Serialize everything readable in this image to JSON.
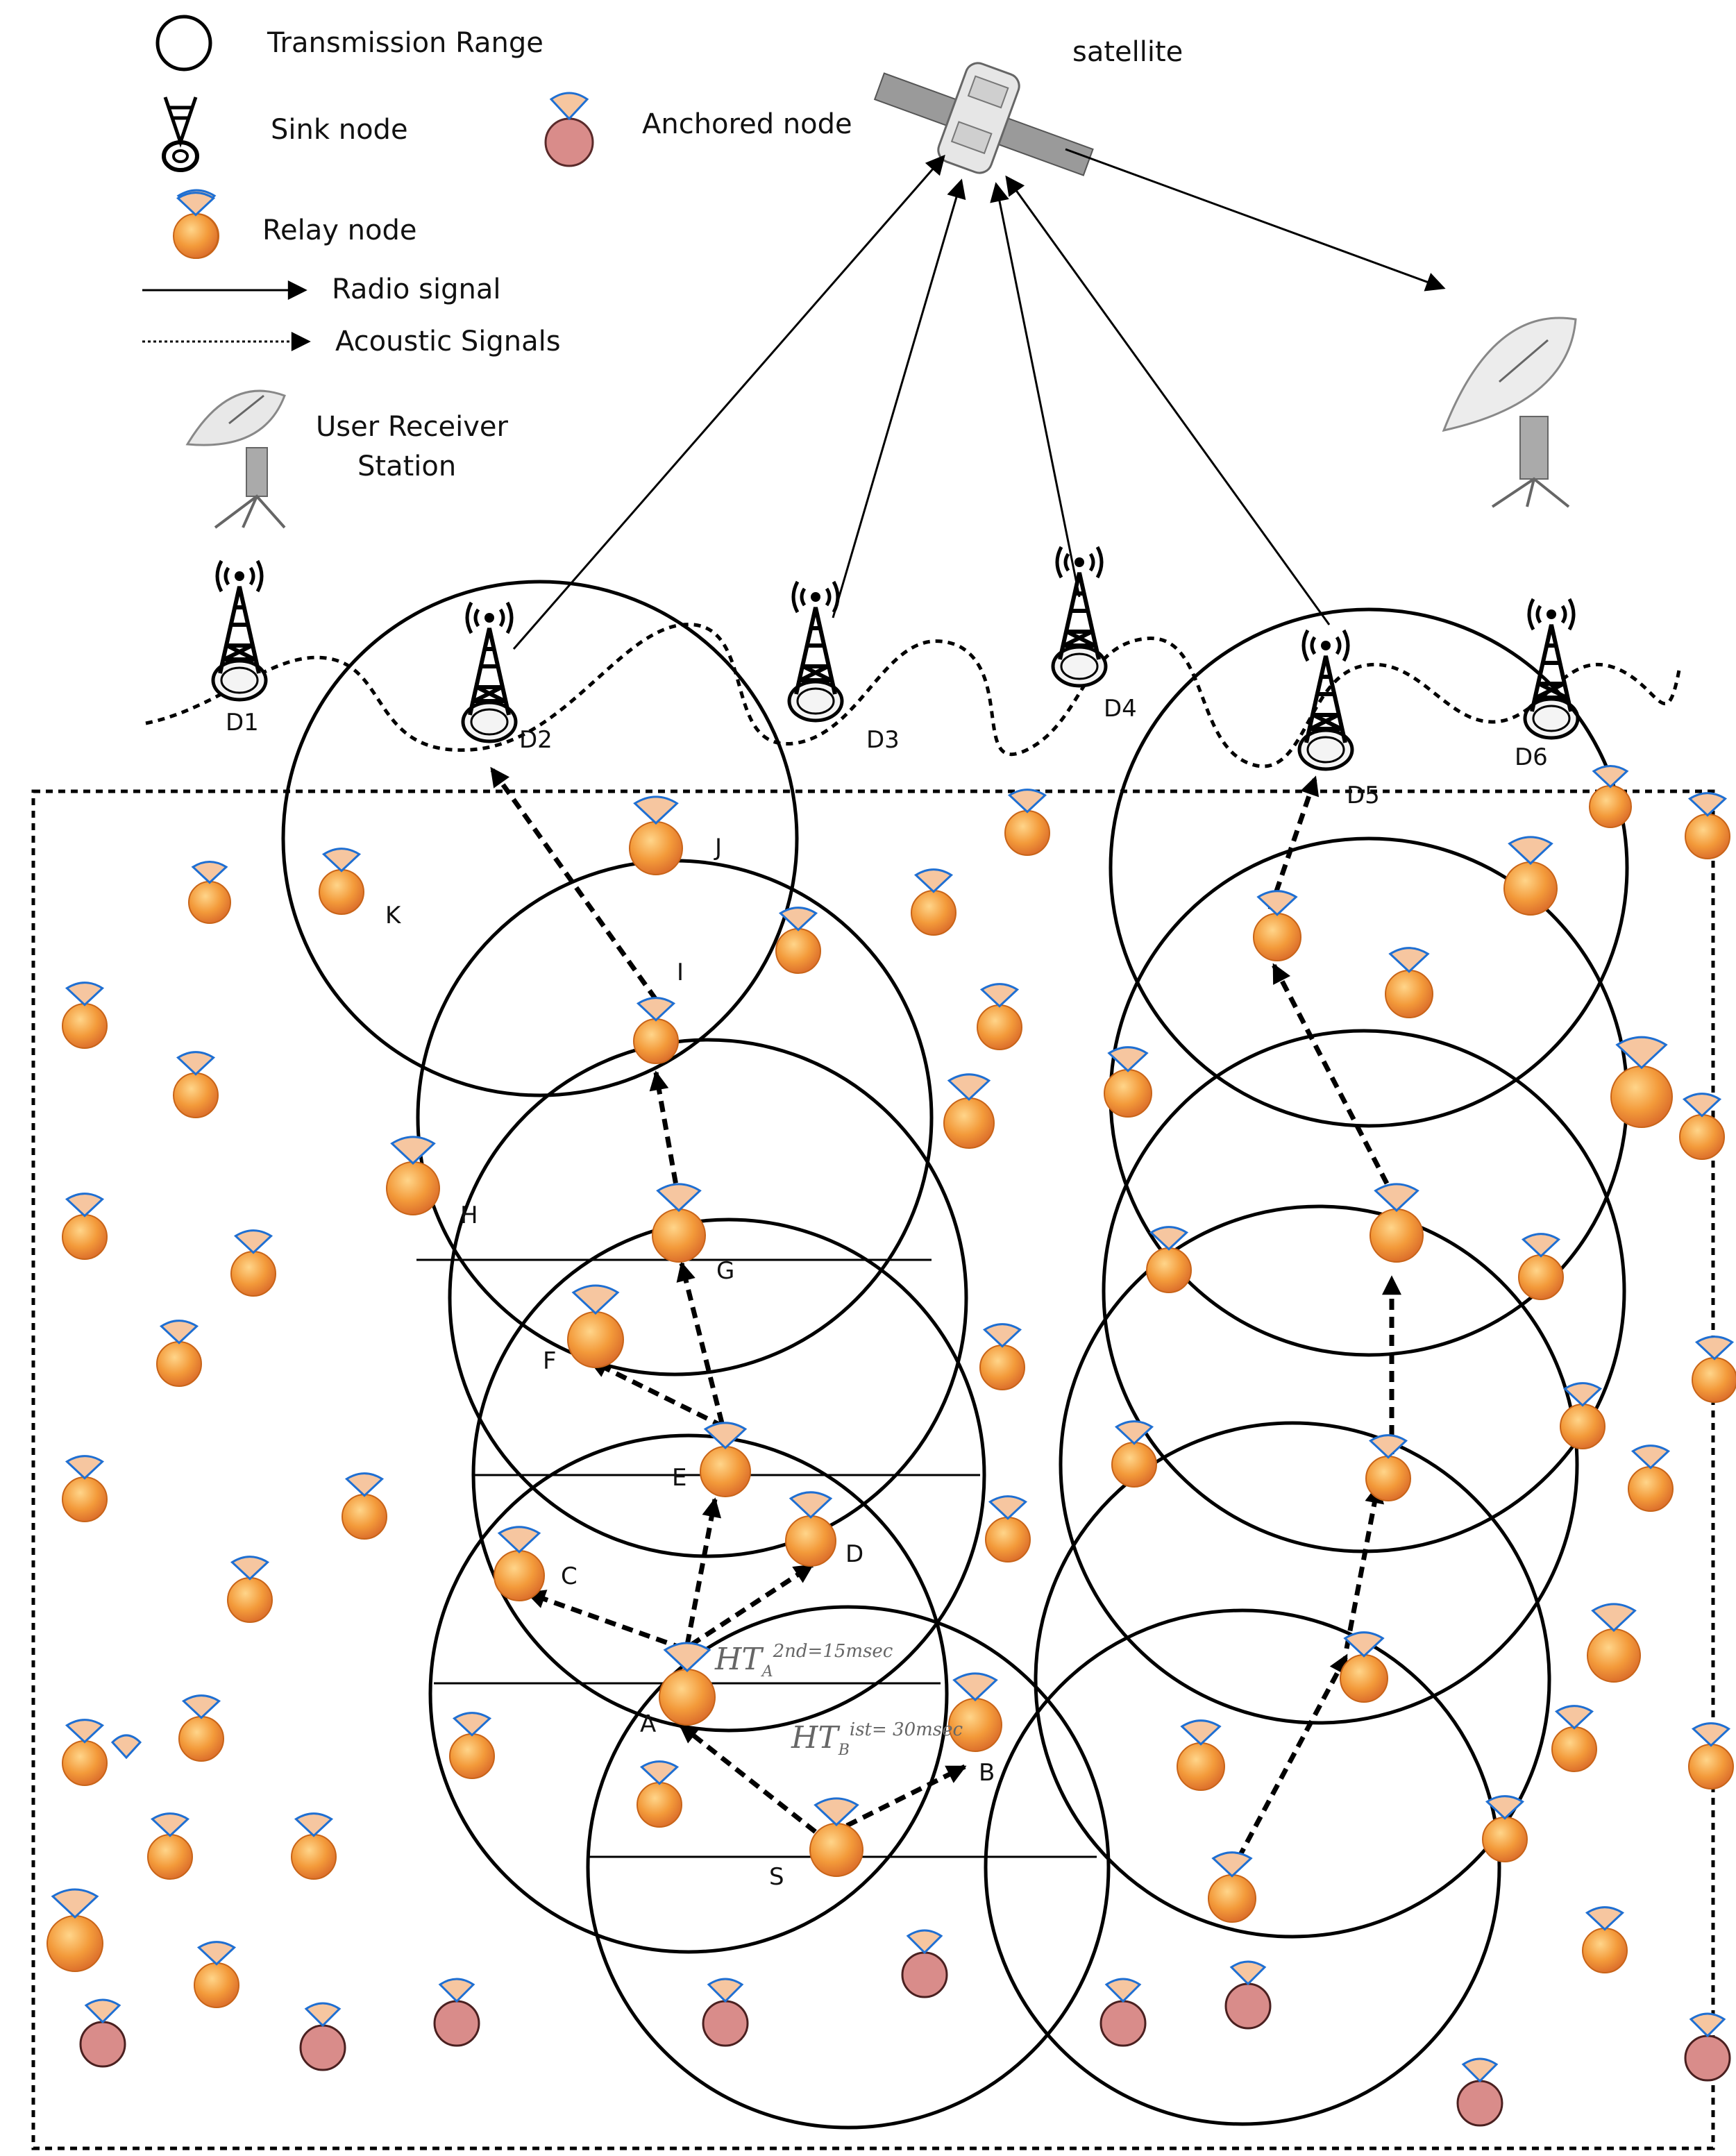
{
  "legend": {
    "transmission_range": "Transmission Range",
    "sink_node": "Sink node",
    "anchored_node": "Anchored node",
    "relay_node": "Relay node",
    "radio_signal": "Radio signal",
    "acoustic_signals": "Acoustic Signals"
  },
  "satellite": {
    "label": "satellite"
  },
  "user_receiver": {
    "label_line1": "User Receiver",
    "label_line2": "Station"
  },
  "sinks": [
    {
      "label": "D1"
    },
    {
      "label": "D2"
    },
    {
      "label": "D3"
    },
    {
      "label": "D4"
    },
    {
      "label": "D5"
    },
    {
      "label": "D6"
    }
  ],
  "node_labels": [
    "K",
    "J",
    "I",
    "H",
    "G",
    "F",
    "E",
    "C",
    "D",
    "A",
    "B",
    "S"
  ],
  "holding_times": {
    "ht_a": {
      "base": "HT",
      "sub": "A",
      "sup": "2nd",
      "value": "=15msec"
    },
    "ht_b": {
      "base": "HT",
      "sub": "B",
      "sup": "ist",
      "value": "= 30msec"
    }
  },
  "colors": {
    "relay_fill": "#f39a3a",
    "relay_edge": "#c86418",
    "anchor_fill": "#d98c8a",
    "wedge_fill": "#f6c6a0",
    "wedge_stroke": "#1f6fd2",
    "line": "#000000"
  },
  "icons": {
    "sink": "radio-tower-icon",
    "satellite": "satellite-icon",
    "dish": "satellite-dish-icon"
  }
}
